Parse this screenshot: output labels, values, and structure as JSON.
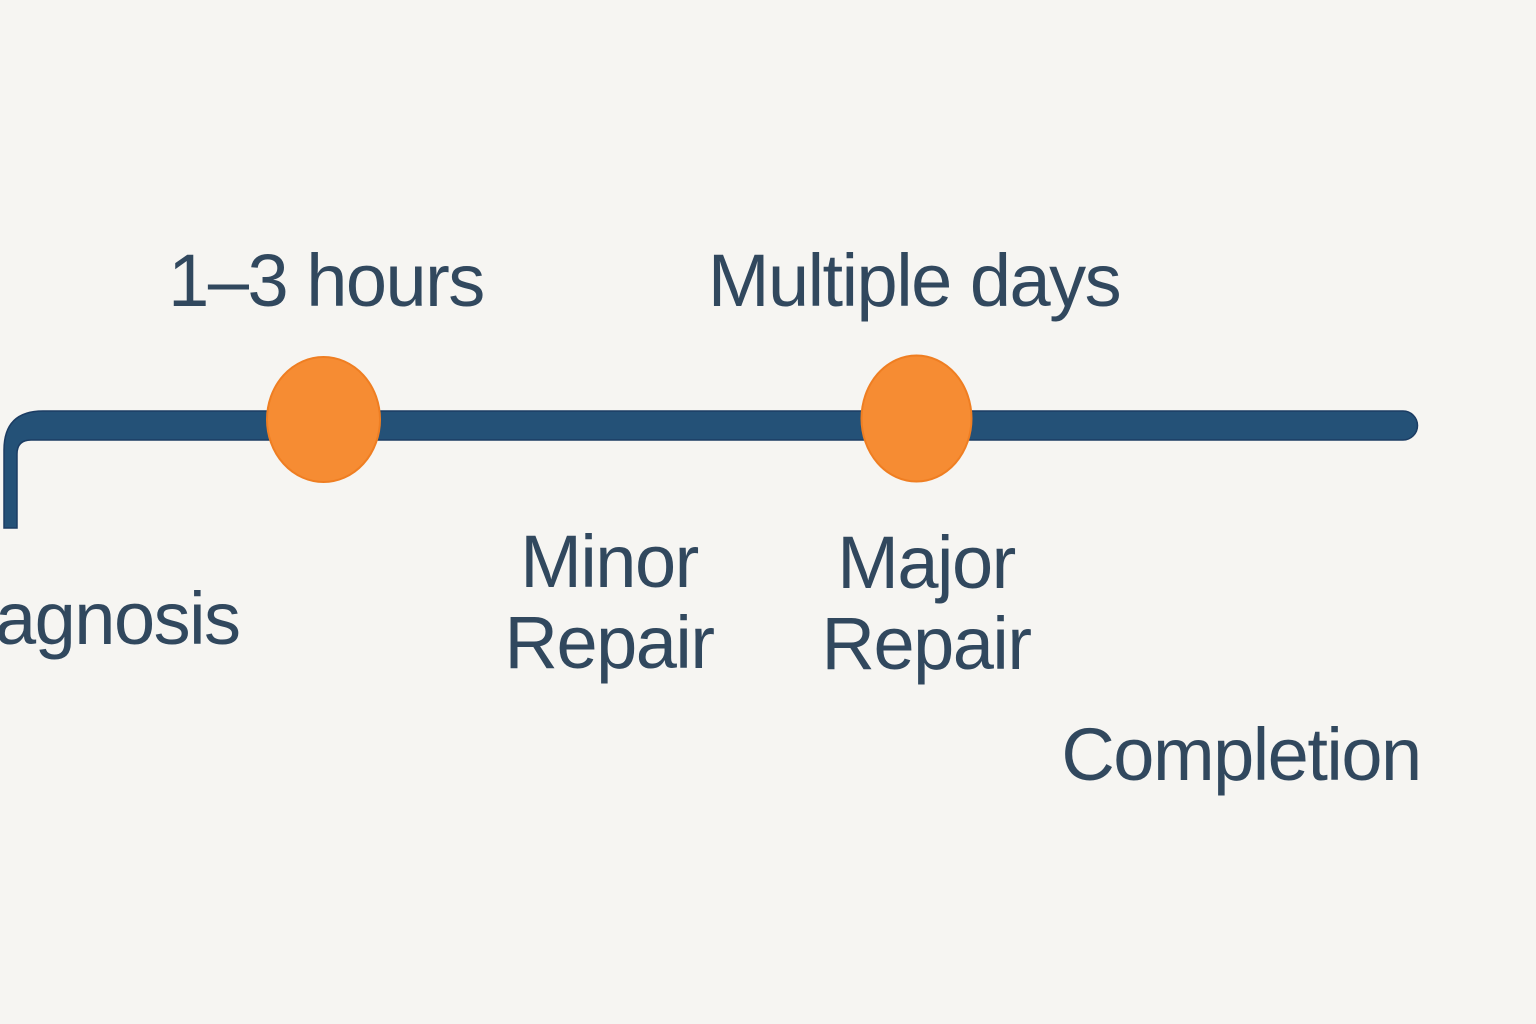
{
  "colors": {
    "bg": "#F6F5F2",
    "line": "#245177",
    "line-edge": "#1B3C63",
    "marker": "#F68C33",
    "marker-edge": "#EF7E22",
    "text": "#31485E"
  },
  "timeline": {
    "duration_labels": {
      "first": "1–3 hours",
      "second": "Multiple days"
    },
    "stage_labels": {
      "start_partial": "agnosis",
      "minor": {
        "line1": "Minor",
        "line2": "Repair"
      },
      "major": {
        "line1": "Major",
        "line2": "Repair"
      },
      "end": "Completion"
    },
    "markers": [
      {
        "name": "minor-repair-marker"
      },
      {
        "name": "major-repair-marker"
      }
    ]
  }
}
